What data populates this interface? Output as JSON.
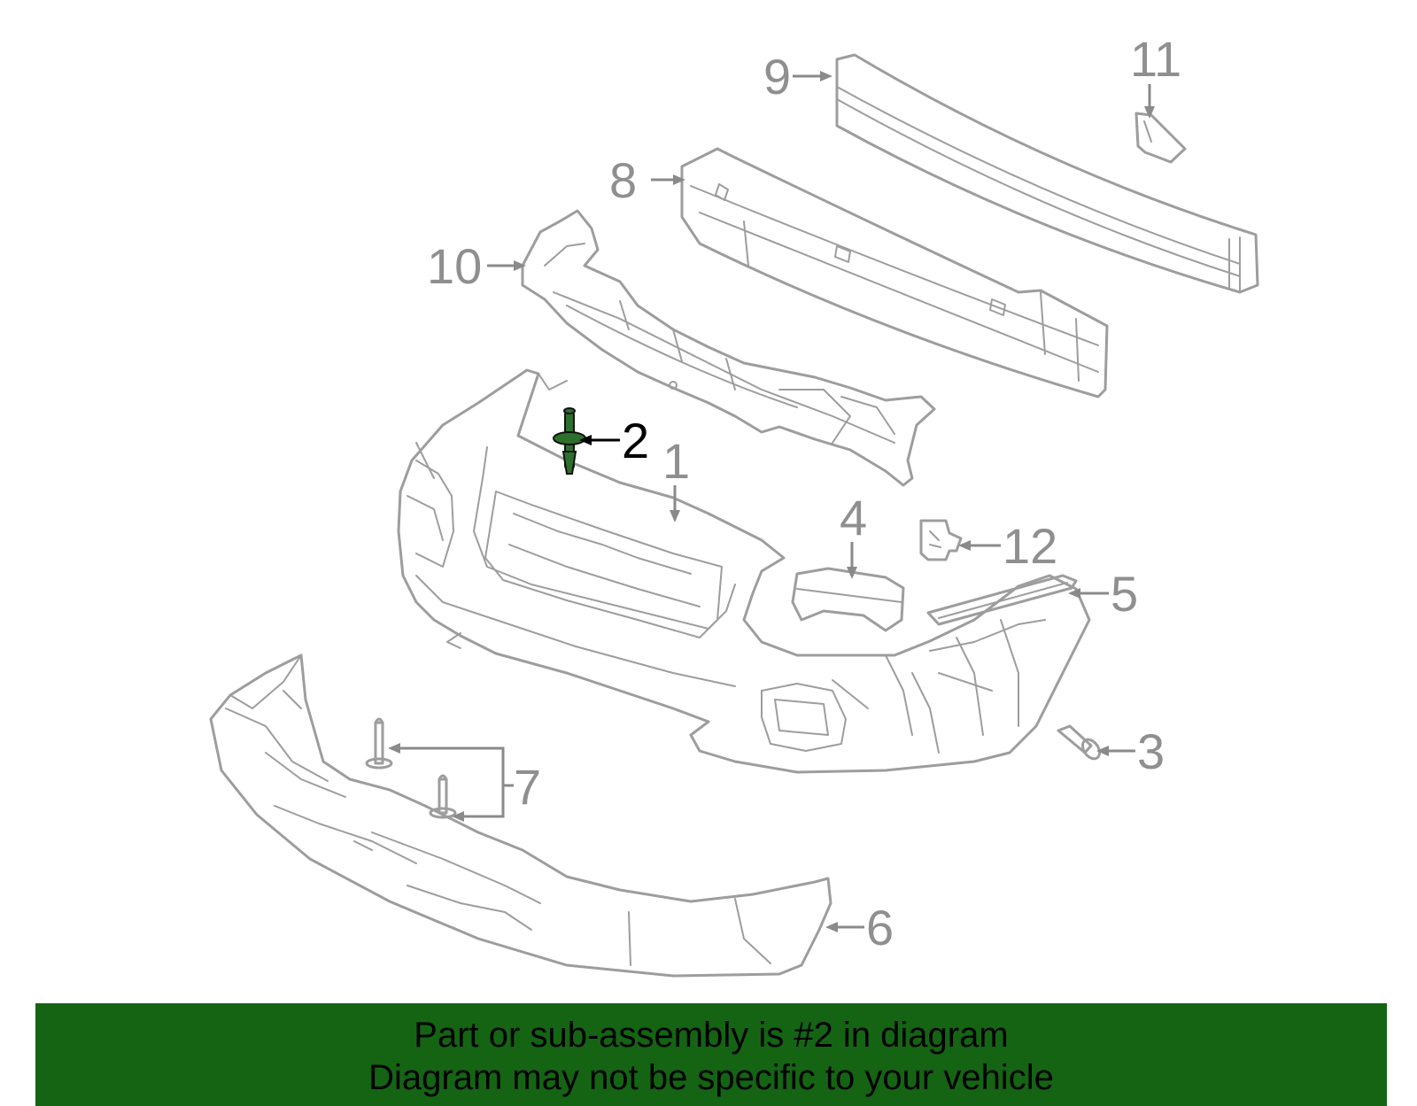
{
  "colors": {
    "banner_background": "#146414",
    "part_outline": "#9d9d9d",
    "callout_text": "#8f8f8f",
    "highlight_part": "#2d6f2d",
    "highlight_text": "#000000"
  },
  "diagram": {
    "highlighted_part": "2",
    "callouts": [
      {
        "id": "1",
        "label": "1"
      },
      {
        "id": "2",
        "label": "2"
      },
      {
        "id": "3",
        "label": "3"
      },
      {
        "id": "4",
        "label": "4"
      },
      {
        "id": "5",
        "label": "5"
      },
      {
        "id": "6",
        "label": "6"
      },
      {
        "id": "7",
        "label": "7"
      },
      {
        "id": "8",
        "label": "8"
      },
      {
        "id": "9",
        "label": "9"
      },
      {
        "id": "10",
        "label": "10"
      },
      {
        "id": "11",
        "label": "11"
      },
      {
        "id": "12",
        "label": "12"
      }
    ]
  },
  "banner": {
    "line1": "Part or sub-assembly is #2 in diagram",
    "line2": "Diagram may not be specific to your vehicle"
  }
}
